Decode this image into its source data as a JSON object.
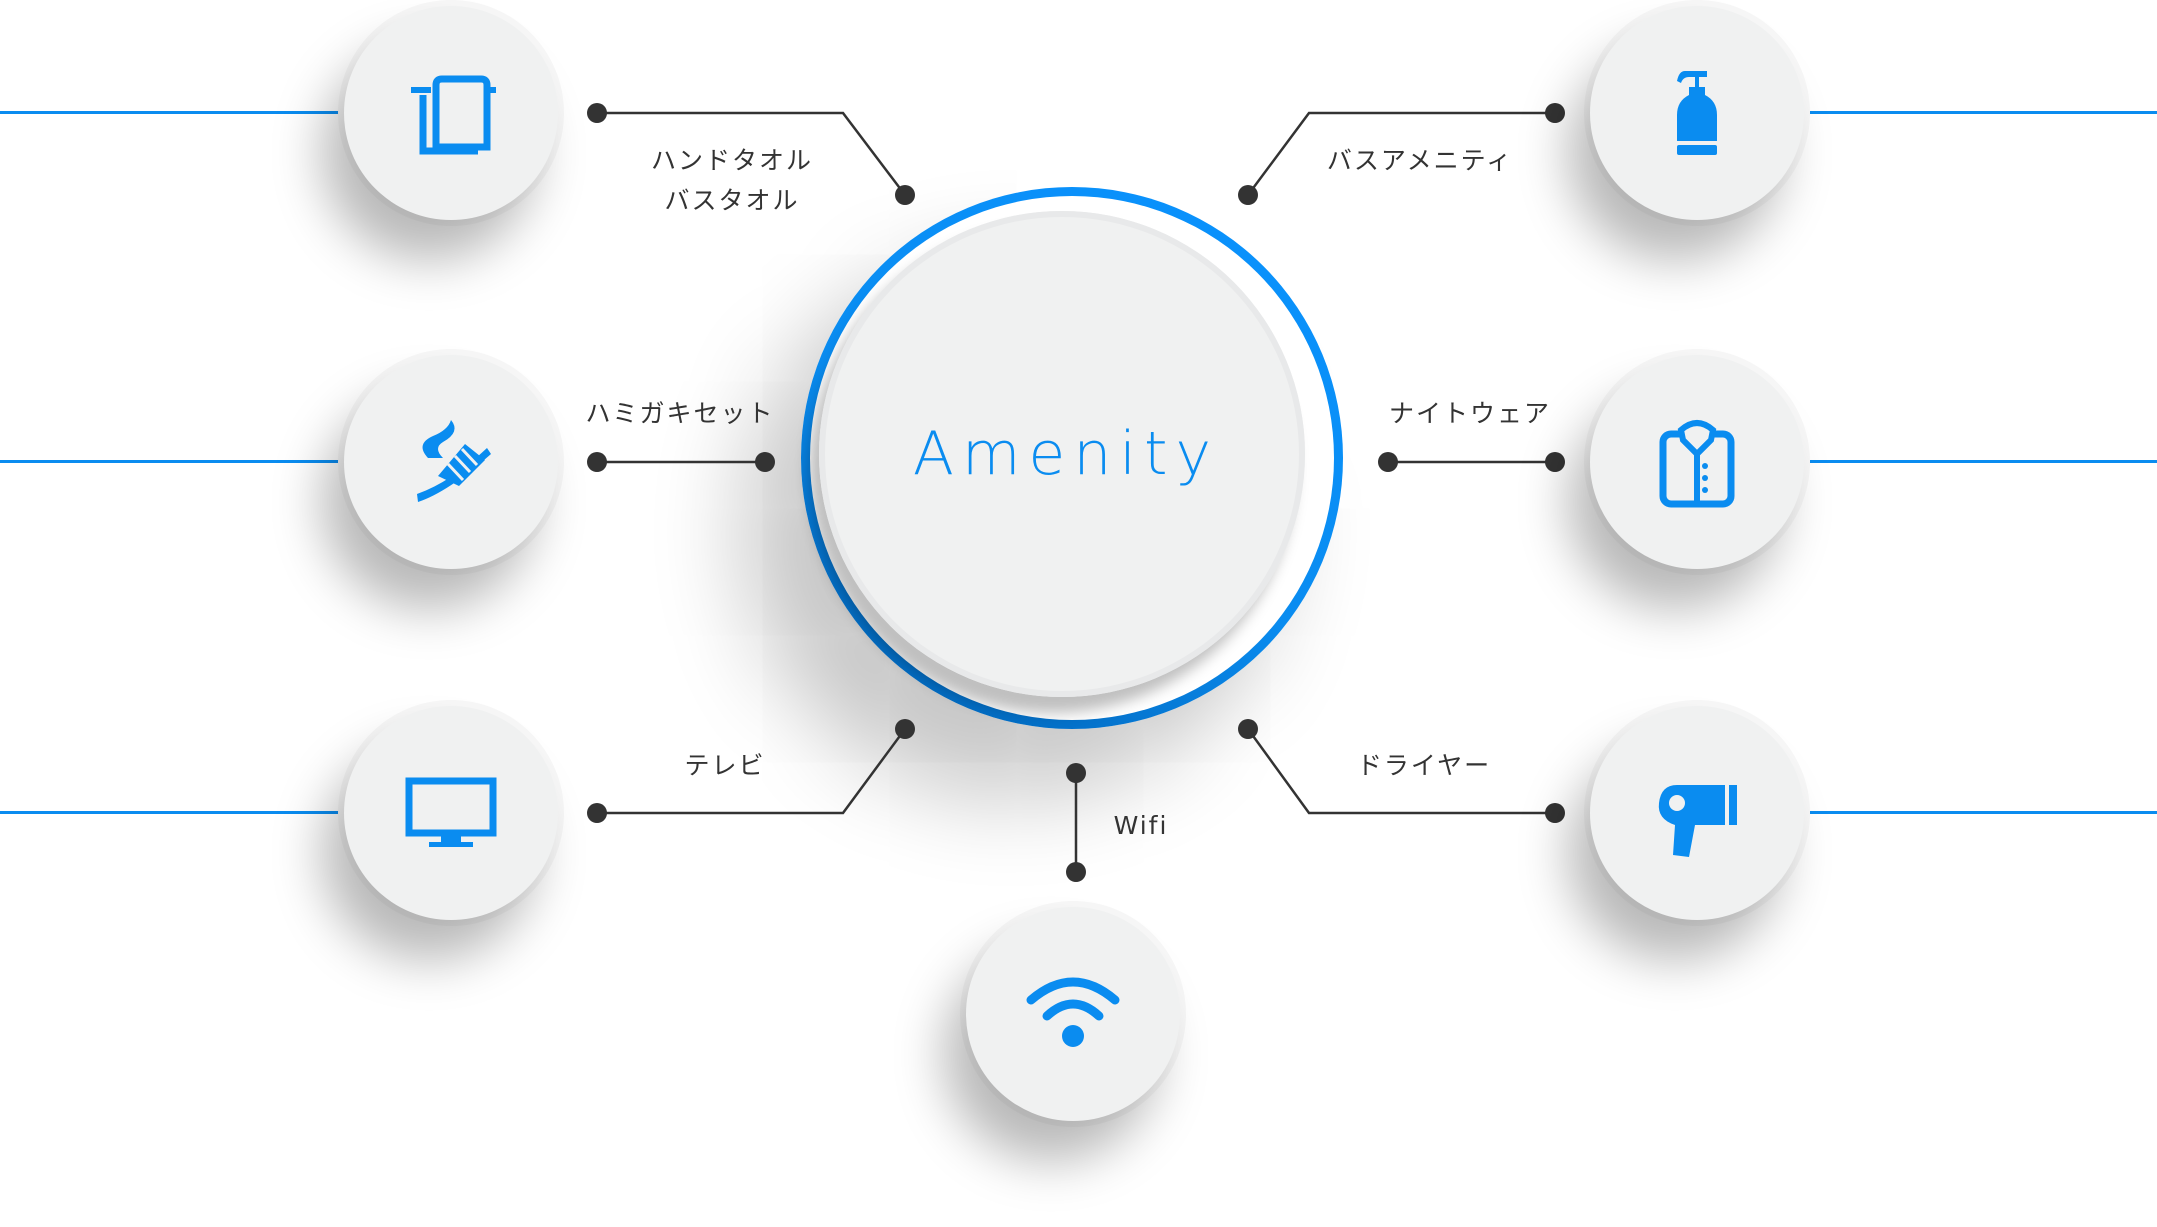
{
  "hub": {
    "title": "Amenity"
  },
  "items": [
    {
      "label_lines": [
        "ハンドタオル",
        "バスタオル"
      ],
      "icon": "towel-icon"
    },
    {
      "label": "ハミガキセット",
      "icon": "toothbrush-icon"
    },
    {
      "label": "テレビ",
      "icon": "tv-icon"
    },
    {
      "label": "バスアメニティ",
      "icon": "soap-bottle-icon"
    },
    {
      "label": "ナイトウェア",
      "icon": "shirt-icon"
    },
    {
      "label": "ドライヤー",
      "icon": "hair-dryer-icon"
    },
    {
      "label": "Wifi",
      "icon": "wifi-icon"
    }
  ],
  "colors": {
    "accent": "#0a8cf0",
    "line": "#333333",
    "node": "#f0f1f1"
  }
}
